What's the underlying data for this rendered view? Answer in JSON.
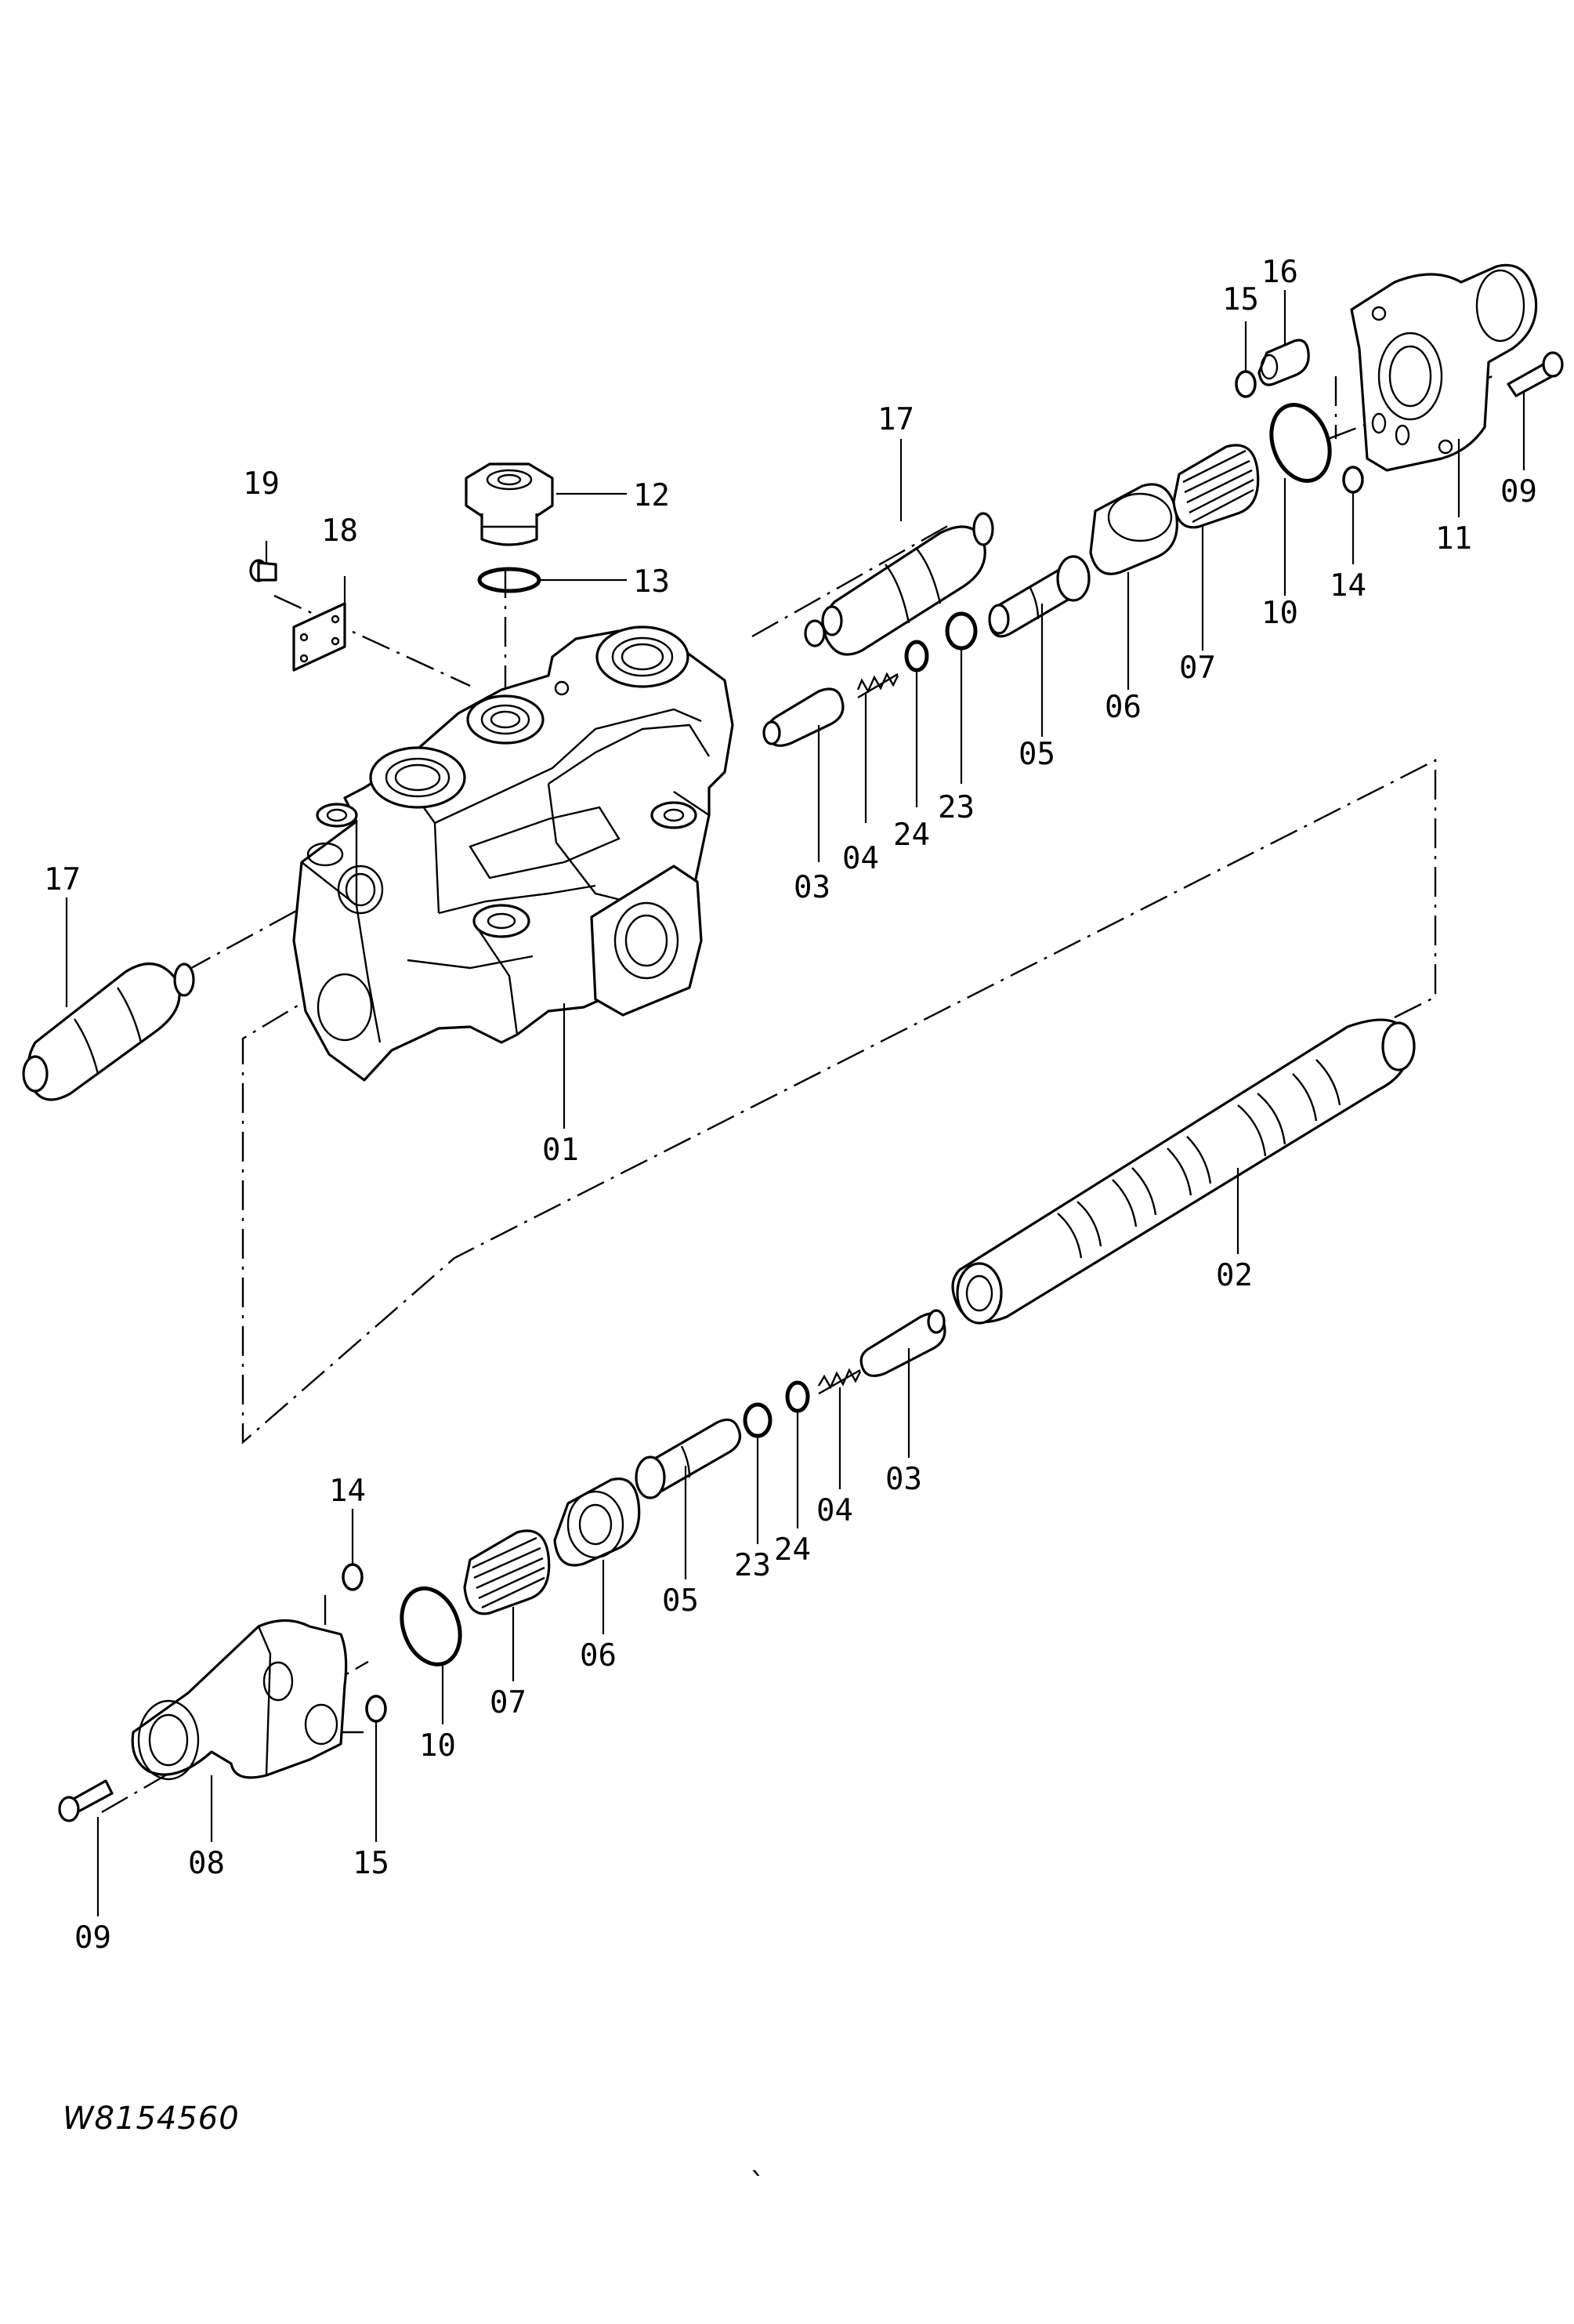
{
  "labels": {
    "body_01": "01",
    "spool_02": "02",
    "poppet_03_top": "03",
    "poppet_03_bottom": "03",
    "spring_04_top": "04",
    "spring_04_bottom": "04",
    "stopper_05_top": "05",
    "stopper_05_bottom": "05",
    "spacer_06_top": "06",
    "spacer_06_bottom": "06",
    "spring_07_top": "07",
    "spring_07_bottom": "07",
    "cap_08": "08",
    "bolt_09_top": "09",
    "bolt_09_bottom": "09",
    "oring_10_top": "10",
    "oring_10_bottom": "10",
    "cap_11": "11",
    "plug_12": "12",
    "oring_13": "13",
    "oring_14_top": "14",
    "oring_14_bottom": "14",
    "oring_15_top": "15",
    "oring_15_bottom": "15",
    "plug_16": "16",
    "relief_17_top": "17",
    "relief_17_left": "17",
    "plate_18": "18",
    "screw_19": "19",
    "ring_23_top": "23",
    "ring_23_bottom": "23",
    "ring_24_top": "24",
    "ring_24_bottom": "24",
    "stray_mark": "`"
  },
  "drawing_id": "W8154560"
}
